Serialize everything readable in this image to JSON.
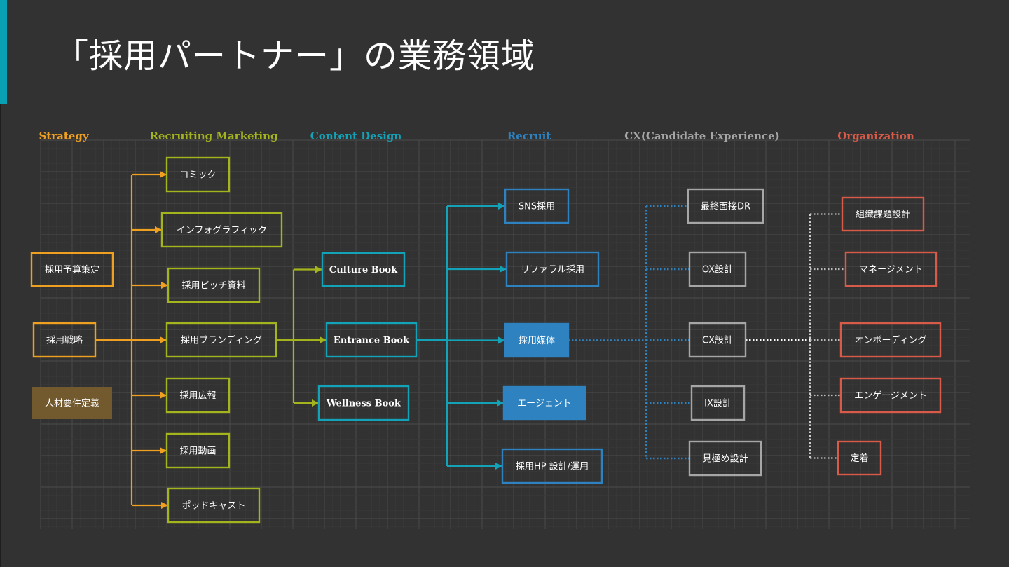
{
  "title": "「採用パートナー」の業務領域",
  "colors": {
    "background": "#323232",
    "accent_bar": "#0aa0b4",
    "strategy": "#f0a020",
    "recruiting_marketing": "#a4b41c",
    "content_design": "#12a3b8",
    "recruit": "#2e82c0",
    "cx": "#a6a6a6",
    "organization": "#d85a48",
    "grid": "#444444"
  },
  "columns": [
    {
      "id": "strategy",
      "label": "Strategy",
      "color": "#f0a020"
    },
    {
      "id": "recruiting_marketing",
      "label": "Recruiting Marketing",
      "color": "#a4b41c"
    },
    {
      "id": "content_design",
      "label": "Content Design",
      "color": "#12a3b8"
    },
    {
      "id": "recruit",
      "label": "Recruit",
      "color": "#2e82c0"
    },
    {
      "id": "cx",
      "label": "CX(Candidate Experience)",
      "color": "#a6a6a6"
    },
    {
      "id": "organization",
      "label": "Organization",
      "color": "#d85a48"
    }
  ],
  "nodes": {
    "strategy": [
      {
        "label": "採用予算策定",
        "style": "outline"
      },
      {
        "label": "採用戦略",
        "style": "outline"
      },
      {
        "label": "人材要件定義",
        "style": "filled-muted"
      }
    ],
    "recruiting_marketing": [
      {
        "label": "コミック"
      },
      {
        "label": "インフォグラフィック"
      },
      {
        "label": "採用ピッチ資料"
      },
      {
        "label": "採用ブランディング"
      },
      {
        "label": "採用広報"
      },
      {
        "label": "採用動画"
      },
      {
        "label": "ポッドキャスト"
      }
    ],
    "content_design": [
      {
        "label": "Culture Book"
      },
      {
        "label": "Entrance Book"
      },
      {
        "label": "Wellness Book"
      }
    ],
    "recruit": [
      {
        "label": "SNS採用",
        "style": "outline"
      },
      {
        "label": "リファラル採用",
        "style": "outline"
      },
      {
        "label": "採用媒体",
        "style": "filled"
      },
      {
        "label": "エージェント",
        "style": "filled"
      },
      {
        "label": "採用HP 設計/運用",
        "style": "outline"
      }
    ],
    "cx": [
      {
        "label": "最終面接DR"
      },
      {
        "label": "OX設計"
      },
      {
        "label": "CX設計"
      },
      {
        "label": "IX設計"
      },
      {
        "label": "見極め設計"
      }
    ],
    "organization": [
      {
        "label": "組織課題設計"
      },
      {
        "label": "マネージメント"
      },
      {
        "label": "オンボーディング"
      },
      {
        "label": "エンゲージメント"
      },
      {
        "label": "定着"
      }
    ]
  },
  "connections": [
    {
      "from": "採用戦略",
      "to": [
        "コミック",
        "インフォグラフィック",
        "採用ピッチ資料",
        "採用ブランディング",
        "採用広報",
        "採用動画",
        "ポッドキャスト"
      ],
      "style": "arrow"
    },
    {
      "from": "採用ブランディング",
      "to": [
        "Culture Book",
        "Entrance Book",
        "Wellness Book"
      ],
      "style": "arrow"
    },
    {
      "from": "Entrance Book",
      "to": [
        "SNS採用",
        "リファラル採用",
        "採用媒体",
        "エージェント",
        "採用HP 設計/運用"
      ],
      "style": "arrow"
    },
    {
      "from": "採用媒体",
      "to": [
        "最終面接DR",
        "OX設計",
        "CX設計",
        "IX設計",
        "見極め設計"
      ],
      "style": "dotted"
    },
    {
      "from": "CX設計",
      "to": [
        "組織課題設計",
        "マネージメント",
        "オンボーディング",
        "エンゲージメント",
        "定着"
      ],
      "style": "dotted"
    }
  ]
}
